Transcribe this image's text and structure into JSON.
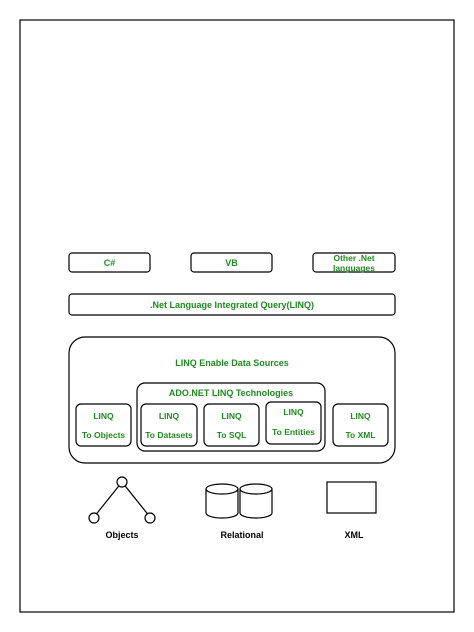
{
  "languages": {
    "csharp": "C#",
    "vb": "VB",
    "other_line1": "Other .Net",
    "other_line2": "languages"
  },
  "linq_bar": ".Net Language Integrated Query(LINQ)",
  "data_sources": {
    "title": "LINQ Enable Data Sources",
    "ado_title": "ADO.NET LINQ Technologies",
    "items": [
      {
        "line1": "LINQ",
        "line2": "To Objects"
      },
      {
        "line1": "LINQ",
        "line2": "To Datasets"
      },
      {
        "line1": "LINQ",
        "line2": "To SQL"
      },
      {
        "line1": "LINQ",
        "line2": "To Entities"
      },
      {
        "line1": "LINQ",
        "line2": "To XML"
      }
    ]
  },
  "bottom": {
    "objects": "Objects",
    "relational": "Relational",
    "xml": "XML"
  },
  "colors": {
    "label_green": "#1f8a1f",
    "stroke": "#000000"
  }
}
